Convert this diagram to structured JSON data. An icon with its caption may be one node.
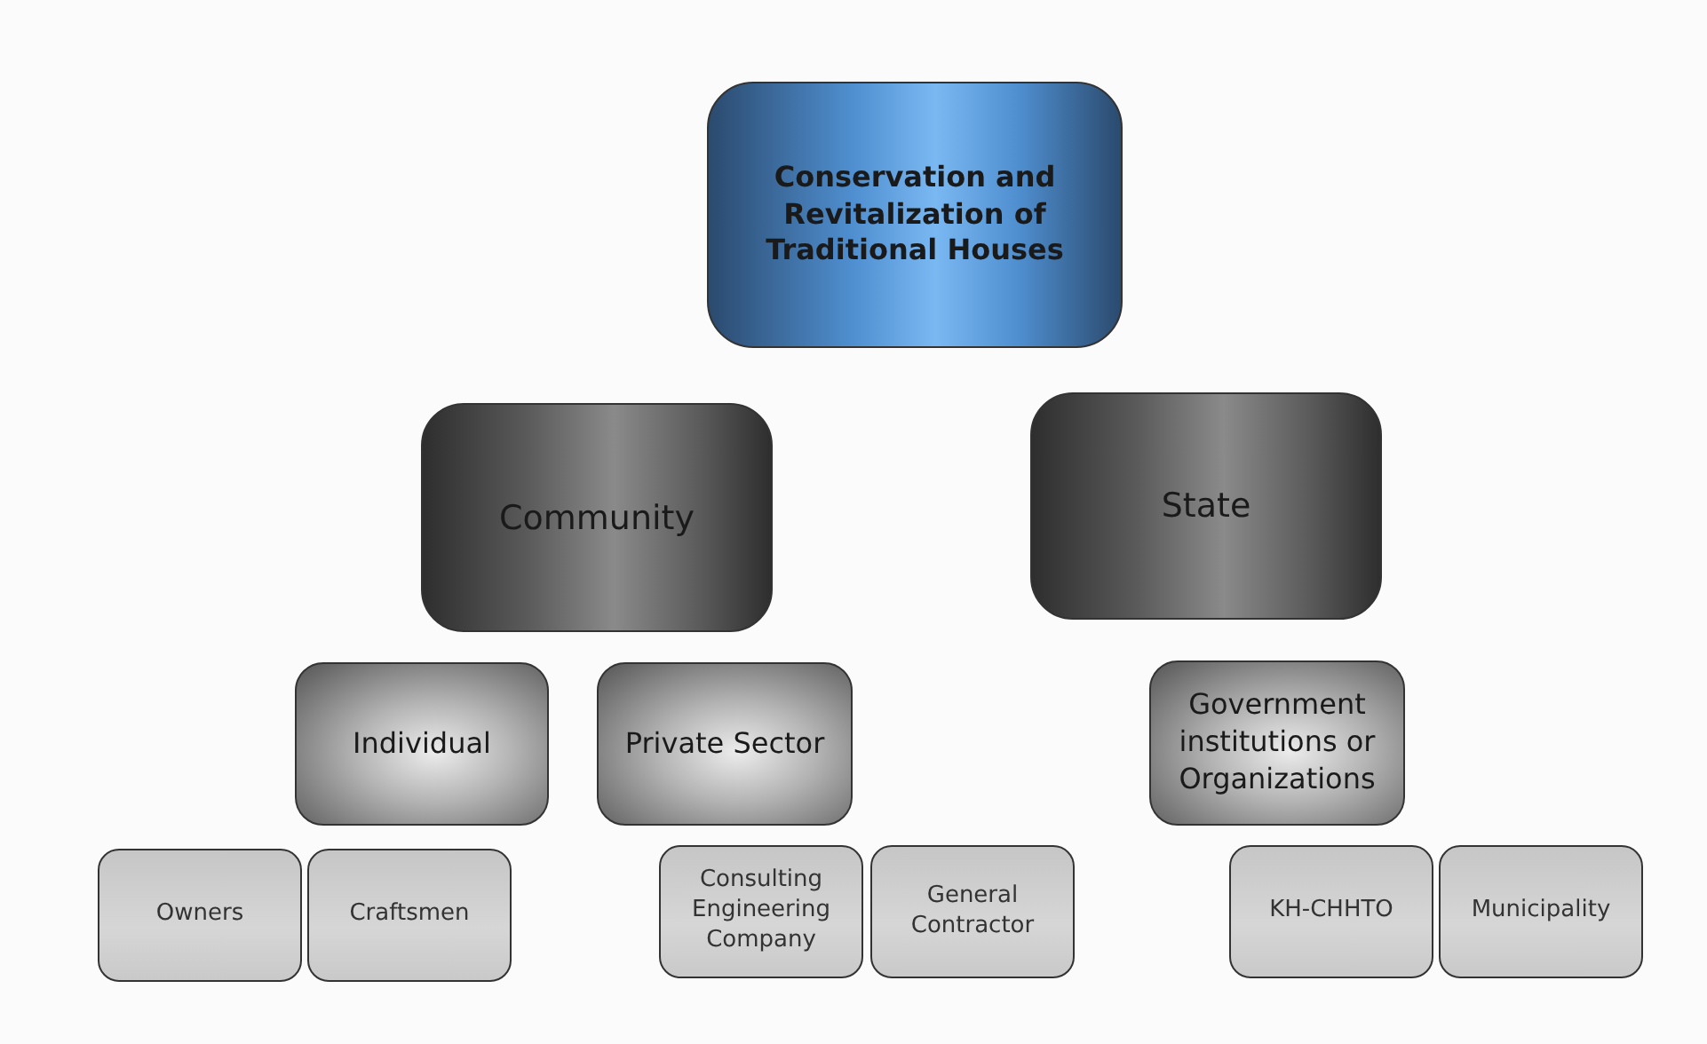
{
  "diagram": {
    "nodes": [
      {
        "text": [
          "Conservation and Revitalization of Traditional Houses"
        ]
      },
      {
        "text": [
          "Community"
        ]
      },
      {
        "text": [
          "State"
        ]
      },
      {
        "text": [
          "Individual"
        ]
      },
      {
        "text": [
          "Private Sector"
        ]
      },
      {
        "text": [
          "Government institutions or Organizations"
        ]
      },
      {
        "text": [
          "Owners"
        ]
      },
      {
        "text": [
          "Craftsmen"
        ]
      },
      {
        "text": [
          "Consulting Engineering Company"
        ]
      },
      {
        "text": [
          "General Contractor"
        ]
      },
      {
        "text": [
          "KH-CHHTO"
        ]
      },
      {
        "text": [
          "Municipality"
        ]
      }
    ]
  }
}
